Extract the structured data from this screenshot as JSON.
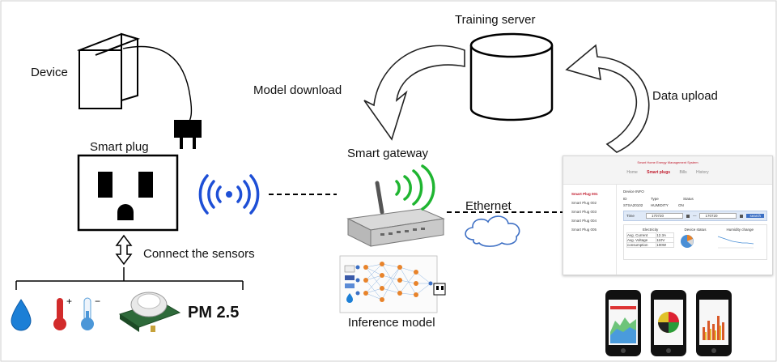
{
  "labels": {
    "device": "Device",
    "smart_plug": "Smart plug",
    "connect_sensors": "Connect the sensors",
    "pm25": "PM 2.5",
    "model_download": "Model download",
    "training_server": "Training server",
    "data_upload": "Data upload",
    "smart_gateway": "Smart gateway",
    "ethernet": "Ethernet",
    "inference_model": "Inference model"
  },
  "dashboard": {
    "title": "Smart Home Energy Management System",
    "nav": [
      "Home",
      "Smart plugs",
      "Bills",
      "History"
    ],
    "sidebar": [
      "Smart Plug 001",
      "Smart Plug 002",
      "Smart Plug 003",
      "Smart Plug 004",
      "Smart Plug 005"
    ],
    "device_info_title": "Device INFO",
    "table_headers": [
      "ID",
      "Type",
      "Status"
    ],
    "table_row": [
      "STSA20102",
      "HUMIDITY",
      "ON"
    ],
    "time_label": "Time",
    "time_from": "170720",
    "time_to": "170720",
    "search_label": "search",
    "panel_electricity": "Electricity",
    "panel_device_status": "Device status",
    "panel_humidity": "Humidity change",
    "elec_rows": [
      [
        "Avg. Current",
        "12.3A"
      ],
      [
        "Avg. Voltage",
        "110V"
      ],
      [
        "consumption",
        "100W"
      ]
    ]
  },
  "colors": {
    "accent_red": "#c0182a",
    "wifi_blue": "#1e4fd6",
    "wifi_green": "#1fb531",
    "drop_blue": "#1c7fd6",
    "thermo_red": "#d22b2b",
    "cloud_blue": "#3d6fc4"
  }
}
